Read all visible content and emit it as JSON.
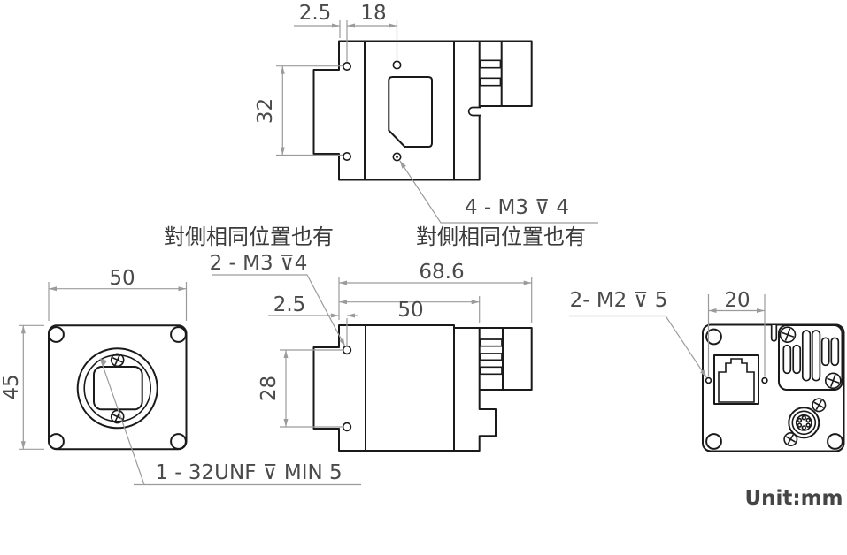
{
  "drawing": {
    "title_note": "camera dimensional drawing",
    "unit_label": "Unit:mm"
  },
  "top_view": {
    "dim_2_5": "2.5",
    "dim_18": "18",
    "dim_32": "32",
    "thread_label": "4 - M3 ⊽ 4",
    "note": "對側相同位置也有"
  },
  "side_view": {
    "dim_68_6": "68.6",
    "dim_50": "50",
    "dim_2_5": "2.5",
    "dim_28": "28",
    "thread_label": "2 - M3 ⊽4",
    "note": "對側相同位置也有"
  },
  "front_view": {
    "dim_50": "50",
    "dim_45": "45",
    "mount_label": "1 - 32UNF ⊽ MIN 5"
  },
  "back_view": {
    "dim_20": "20",
    "thread_label": "2- M2 ⊽ 5"
  },
  "colors": {
    "outline": "#1a1a1a",
    "dimension_lines": "#9b9b9b",
    "dimension_text": "#4a4a4a",
    "cjk_text": "#3a3a3a",
    "background": "#ffffff"
  }
}
